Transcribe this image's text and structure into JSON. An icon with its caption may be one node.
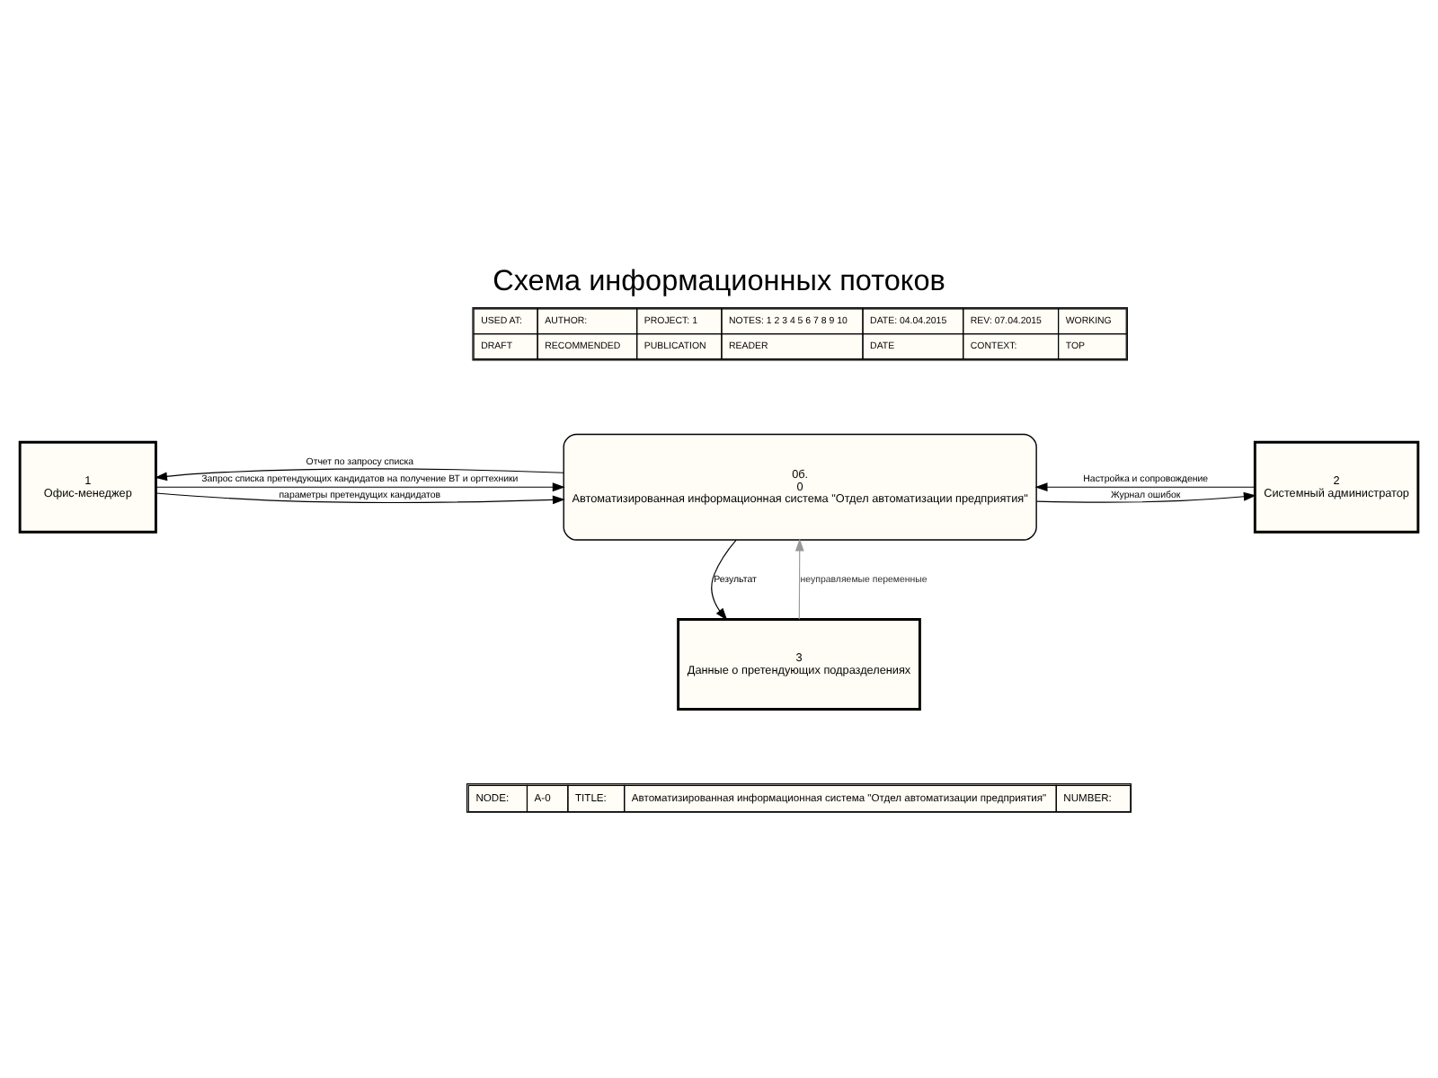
{
  "diagram": {
    "title": "Схема информационных потоков",
    "nodes": [
      {
        "text": [
          "1",
          "Офис-менеджер"
        ]
      },
      {
        "text": [
          "0б.",
          "0",
          "Автоматизированная информационная система \"Отдел автоматизации предприятия\""
        ]
      },
      {
        "text": [
          "2",
          "Системный администратор"
        ]
      },
      {
        "text": [
          "3",
          "Данные о претендующих подразделениях"
        ]
      }
    ],
    "edges": [
      {
        "from": 0,
        "to": 1,
        "arrow": "to",
        "label": "параметры претендущих кандидатов"
      },
      {
        "from": 0,
        "to": 1,
        "arrow": "to",
        "label": "Запрос списка претендующих кандидатов на получение ВТ и оргтехники"
      },
      {
        "from": 1,
        "to": 0,
        "arrow": "to",
        "label": "Отчет по запросу списка"
      },
      {
        "from": 2,
        "to": 1,
        "arrow": "to",
        "label": "Настройка и сопровождение"
      },
      {
        "from": 1,
        "to": 2,
        "arrow": "to",
        "label": "Журнал ошибок"
      },
      {
        "from": 1,
        "to": 3,
        "arrow": "to",
        "label": "Результат"
      },
      {
        "from": 3,
        "to": 1,
        "arrow": "to",
        "label": "неуправляемые переменные",
        "color": "#999999"
      }
    ],
    "labels": [
      "USED AT:",
      "AUTHOR:",
      "PROJECT: 1",
      "NOTES: 1 2 3 4 5 6 7 8 9 10",
      "DATE: 04.04.2015",
      "REV: 07.04.2015",
      "WORKING",
      "DRAFT",
      "RECOMMENDED",
      "PUBLICATION",
      "READER",
      "DATE",
      "CONTEXT:",
      "TOP",
      "NODE:",
      "A-0",
      "TITLE:",
      "Автоматизированная информационная система \"Отдел автоматизации предприятия\"",
      "NUMBER:"
    ]
  }
}
